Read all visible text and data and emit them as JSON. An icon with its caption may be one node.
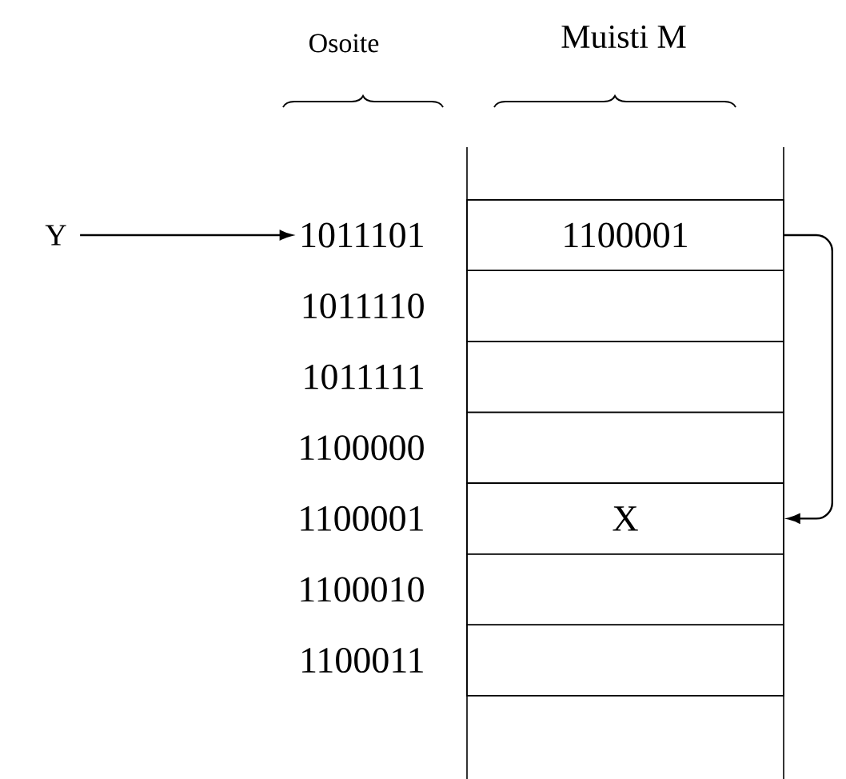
{
  "diagram": {
    "nodes": [
      {
        "text": [
          "Y"
        ]
      },
      {
        "text": [
          "1011101"
        ]
      },
      {
        "text": [
          "1011110"
        ]
      },
      {
        "text": [
          "1011111"
        ]
      },
      {
        "text": [
          "1100000"
        ]
      },
      {
        "text": [
          "1100001"
        ]
      },
      {
        "text": [
          "1100010"
        ]
      },
      {
        "text": [
          "1100011"
        ]
      },
      {
        "text": [
          "1100001"
        ]
      },
      {
        "text": [],
        "shape": "box"
      },
      {
        "text": [],
        "shape": "box"
      },
      {
        "text": [],
        "shape": "box"
      },
      {
        "text": [
          "X"
        ]
      },
      {
        "text": [],
        "shape": "box"
      },
      {
        "text": [],
        "shape": "box"
      }
    ],
    "edges": [
      {
        "from": 0,
        "to": 1,
        "arrow": "to"
      },
      {
        "from": 8,
        "to": 12,
        "arrow": "to"
      }
    ],
    "labels": [
      "Osoite",
      "Muisti  M"
    ]
  }
}
